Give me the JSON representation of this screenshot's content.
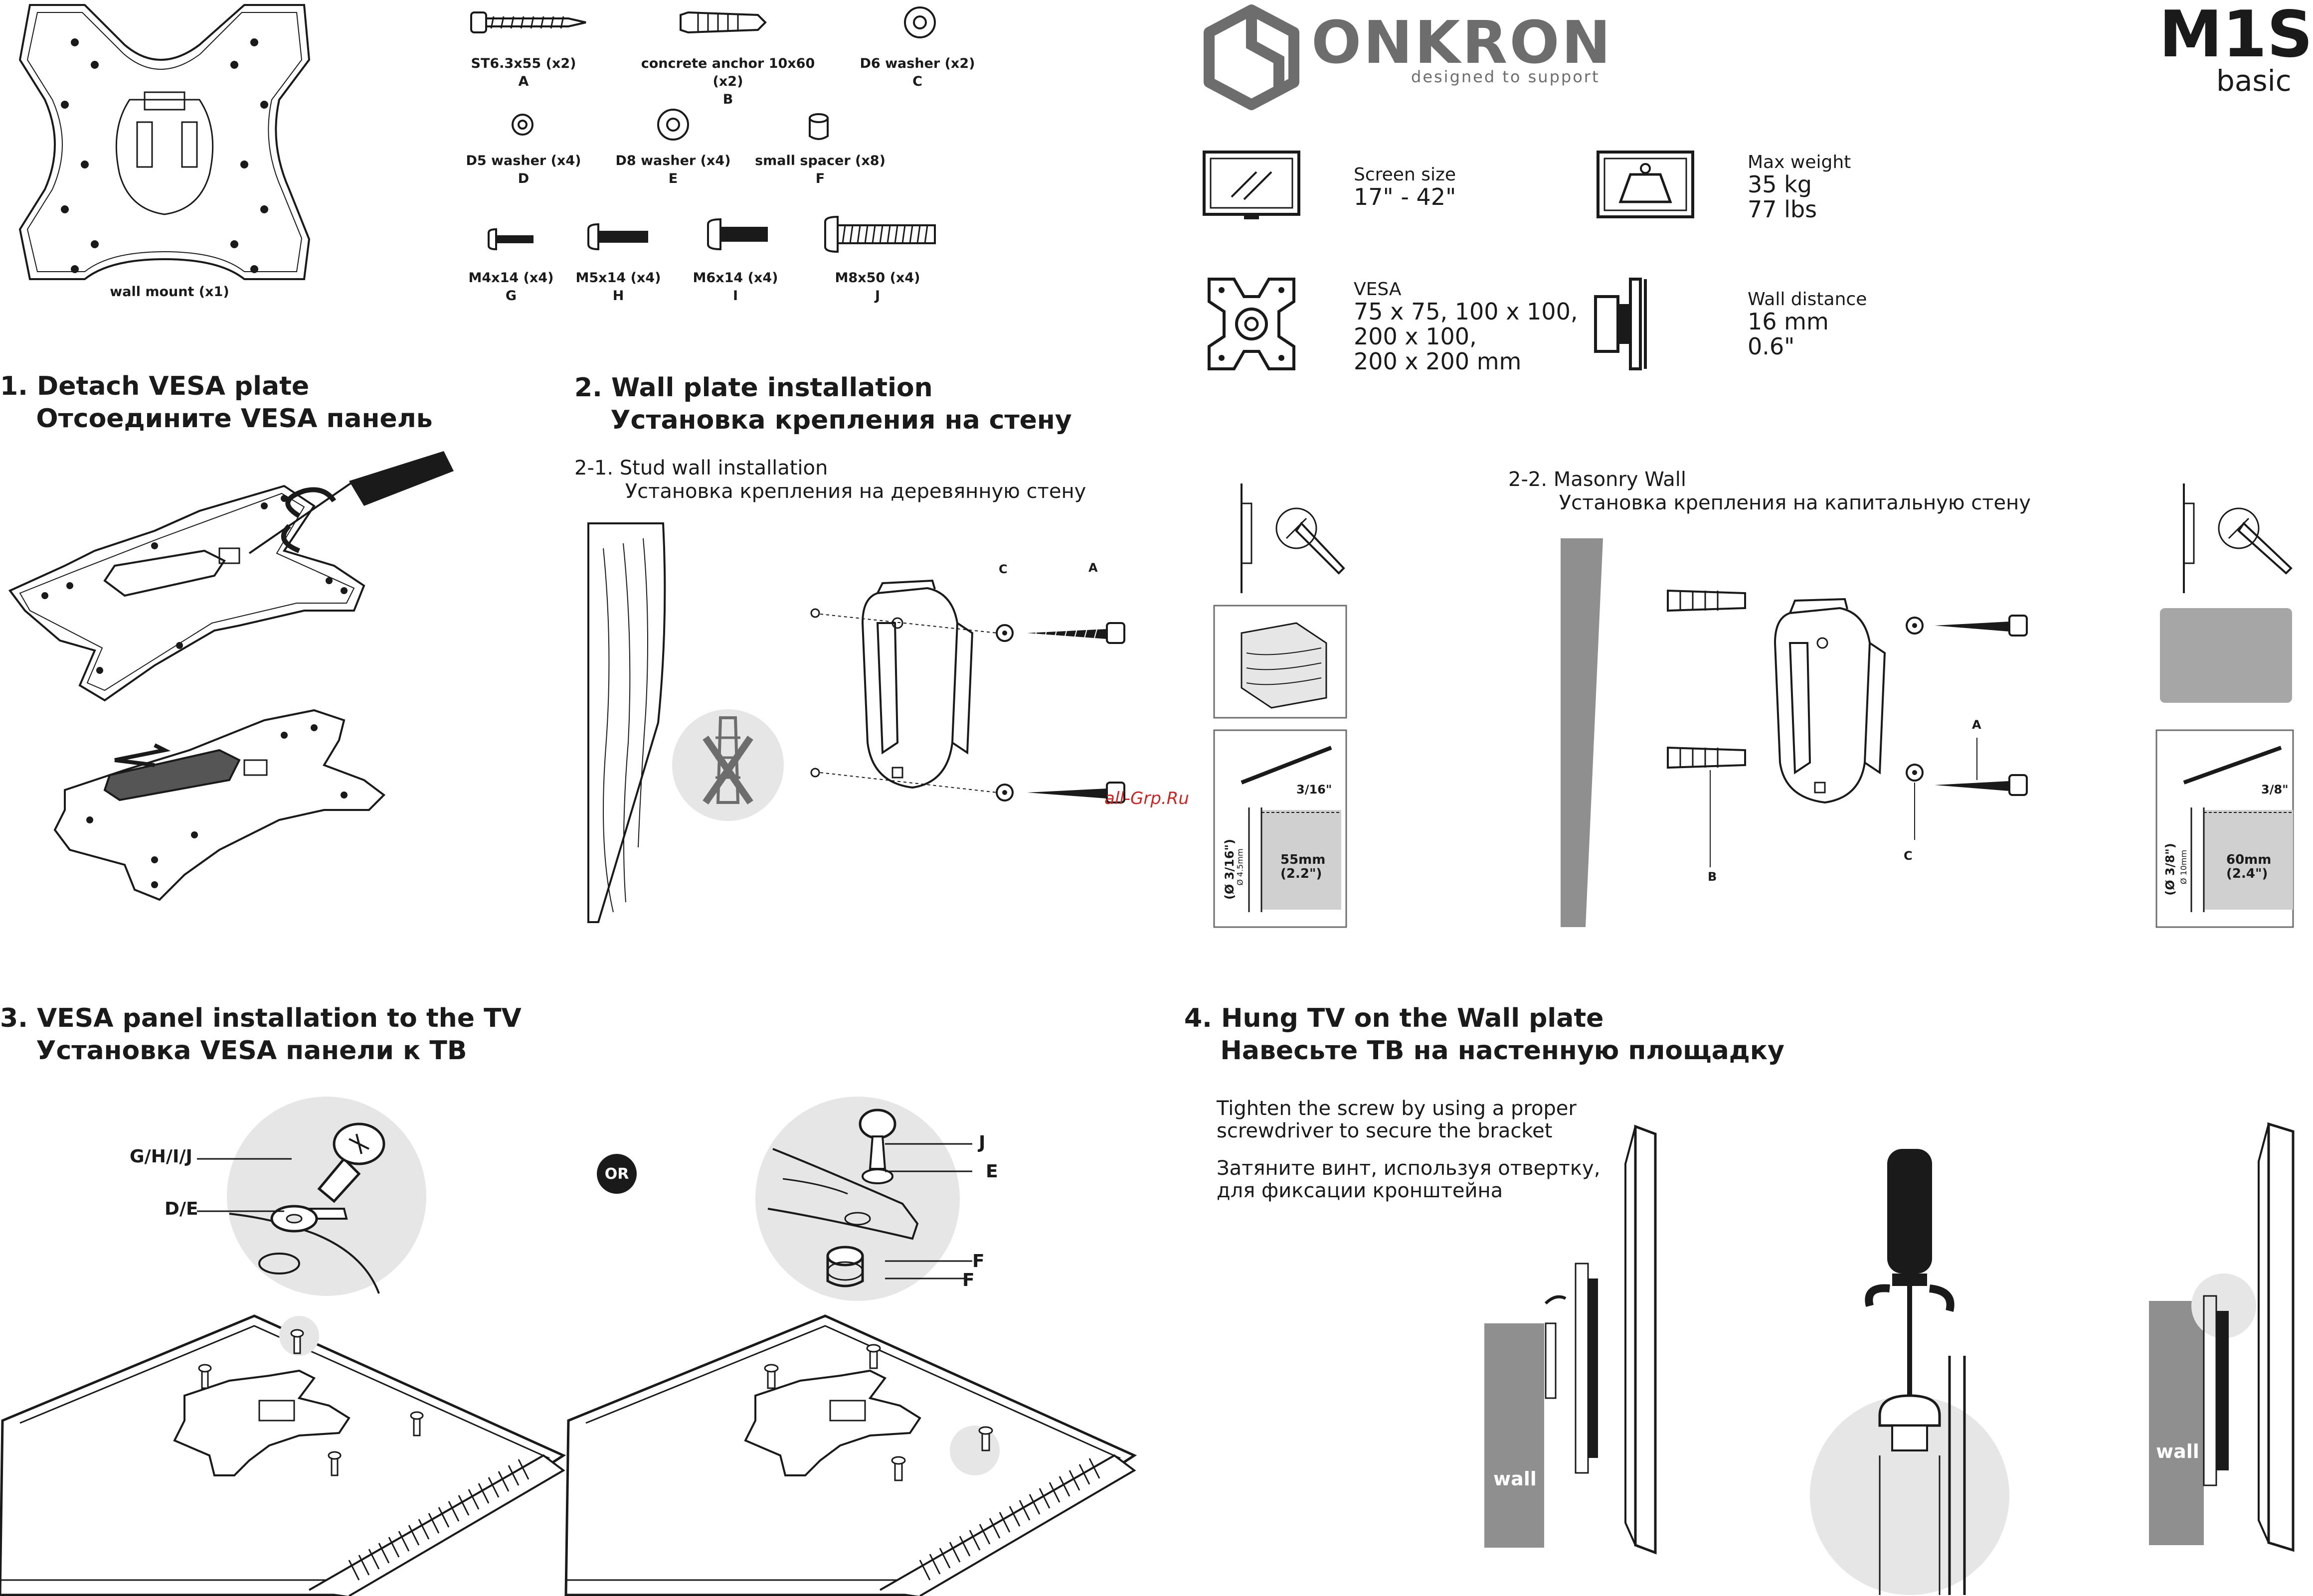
{
  "brand": {
    "name": "ONKRON",
    "tagline": "designed to support",
    "model": "M1S",
    "model_sub": "basic"
  },
  "parts": {
    "wall_mount": "wall mount (x1)",
    "A": {
      "name": "ST6.3x55  (x2)",
      "letter": "A"
    },
    "B": {
      "name": "concrete anchor 10x60 (x2)",
      "letter": "B"
    },
    "C": {
      "name": "D6 washer  (x2)",
      "letter": "C"
    },
    "D": {
      "name": "D5 washer  (x4)",
      "letter": "D"
    },
    "E": {
      "name": "D8 washer (x4)",
      "letter": "E"
    },
    "F": {
      "name": "small spacer (x8)",
      "letter": "F"
    },
    "G": {
      "name": "M4x14 (x4)",
      "letter": "G"
    },
    "H": {
      "name": "M5x14 (x4)",
      "letter": "H"
    },
    "I": {
      "name": "M6x14 (x4)",
      "letter": "I"
    },
    "J": {
      "name": "M8x50 (x4)",
      "letter": "J"
    }
  },
  "specs": {
    "screen": {
      "label": "Screen size",
      "value": "17\" - 42\""
    },
    "weight": {
      "label": "Max weight",
      "value1": "35 kg",
      "value2": "77 lbs"
    },
    "vesa": {
      "label": "VESA",
      "value1": "75 x 75, 100 x 100,",
      "value2": "200 x 100,",
      "value3": "200 x 200 mm"
    },
    "distance": {
      "label": "Wall distance",
      "value1": "16 mm",
      "value2": "0.6\""
    }
  },
  "steps": {
    "s1": {
      "en": "1. Detach VESA plate",
      "ru": "    Отсоедините VESA панель"
    },
    "s2": {
      "en": "2. Wall plate installation",
      "ru": "    Установка крепления на стену",
      "s21_en": "2-1. Stud wall installation",
      "s21_ru": "        Установка крепления на деревянную стену",
      "s22_en": "2-2. Masonry Wall",
      "s22_ru": "        Установка крепления на капитальную стену"
    },
    "s3": {
      "en": "3. VESA panel installation to the TV",
      "ru": "    Установка VESA панели к ТВ"
    },
    "s4": {
      "en": "4. Hung TV on the Wall plate",
      "ru": "    Навесьте ТВ на настенную площадку",
      "tip_en1": "Tighten the screw by using a proper",
      "tip_en2": "screwdriver to secure the bracket",
      "tip_ru1": "Затяните винт, используя отвертку,",
      "tip_ru2": "для фиксации кронштейна"
    }
  },
  "callouts": {
    "ghij": "G/H/I/J",
    "de": "D/E",
    "or": "OR",
    "j": "J",
    "e": "E",
    "f1": "F",
    "f2": "F",
    "a": "A",
    "c": "C",
    "b": "B",
    "a2": "A",
    "c2": "C",
    "drill1": "3/16\"",
    "depth1": "55mm",
    "depth1b": "(2.2\")",
    "dia1": "(Ø 3/16\")",
    "dia1b": "Ø 4.5mm",
    "drill2": "3/8\"",
    "depth2": "60mm",
    "depth2b": "(2.4\")",
    "dia2": "(Ø 3/8\")",
    "dia2b": "Ø 10mm",
    "watermark": "all-Grp.Ru",
    "wall1": "wall",
    "wall2": "wall"
  }
}
